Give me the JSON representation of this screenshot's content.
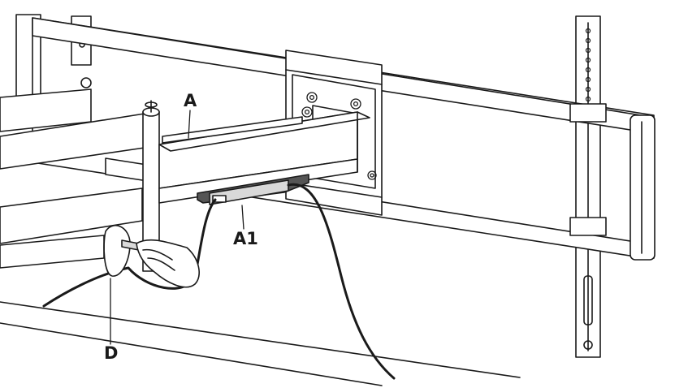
{
  "callouts": {
    "arm": "A",
    "cable_cover": "A1",
    "strap": "D"
  },
  "colors": {
    "line": "#1a1a1a",
    "fill": "#ffffff",
    "shade": "#d9d9d9",
    "dark_part": "#555555"
  }
}
